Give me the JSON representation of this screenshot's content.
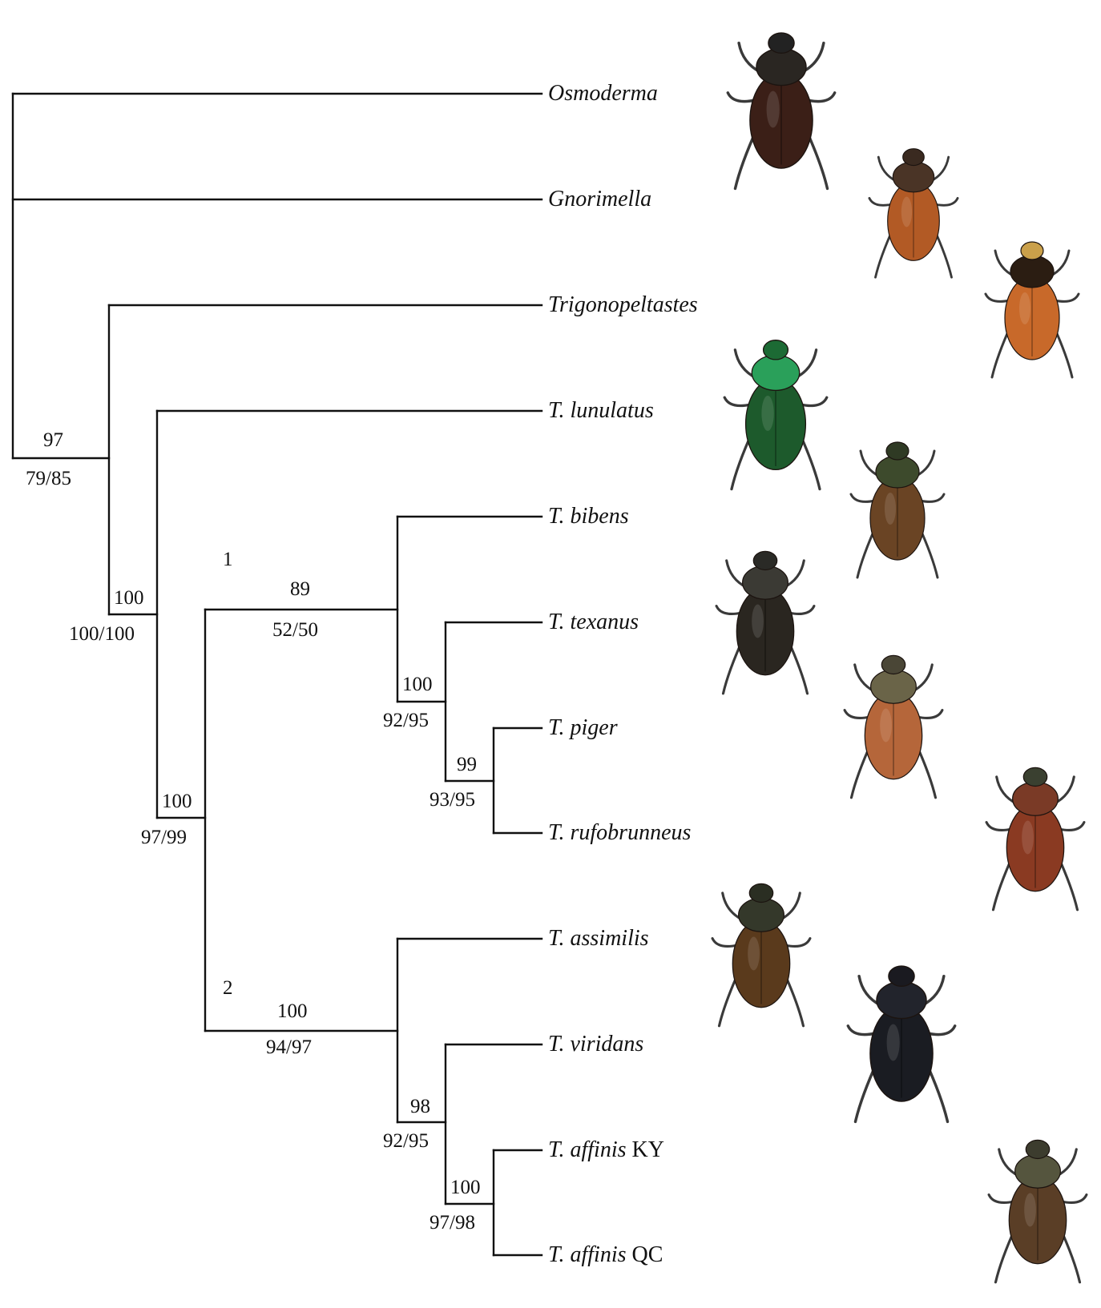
{
  "taxa": [
    {
      "genus": "Osmoderma",
      "suffix": ""
    },
    {
      "genus": "Gnorimella",
      "suffix": ""
    },
    {
      "genus": "Trigonopeltastes",
      "suffix": ""
    },
    {
      "genus": "T. lunulatus",
      "suffix": ""
    },
    {
      "genus": "T. bibens",
      "suffix": ""
    },
    {
      "genus": "T. texanus",
      "suffix": ""
    },
    {
      "genus": "T. piger",
      "suffix": ""
    },
    {
      "genus": "T. rufobrunneus",
      "suffix": ""
    },
    {
      "genus": "T. assimilis",
      "suffix": ""
    },
    {
      "genus": "T. viridans",
      "suffix": ""
    },
    {
      "genus": "T. affinis",
      "suffix": "KY"
    },
    {
      "genus": "T. affinis",
      "suffix": "QC"
    }
  ],
  "supports": {
    "n1_top": "97",
    "n1_bottom": "79/85",
    "n2_top": "100",
    "n2_bottom": "100/100",
    "n3_top": "100",
    "n3_bottom": "97/99",
    "clade1_label": "1",
    "clade1_top": "89",
    "clade1_bottom": "52/50",
    "n5_top": "100",
    "n5_bottom": "92/95",
    "n6_top": "99",
    "n6_bottom": "93/95",
    "clade2_label": "2",
    "clade2_top": "100",
    "clade2_bottom": "94/97",
    "n8_top": "98",
    "n8_bottom": "92/95",
    "n9_top": "100",
    "n9_bottom": "97/98"
  },
  "photos": [
    {
      "name": "Osmoderma",
      "body": "#3b1f17",
      "pronotum": "#2a2622",
      "head": "#222"
    },
    {
      "name": "Gnorimella",
      "body": "#b25a25",
      "pronotum": "#4a3426",
      "head": "#3a2a20"
    },
    {
      "name": "Trigonopeltastes",
      "body": "#c8692a",
      "pronotum": "#2b1d12",
      "head": "#caa04a"
    },
    {
      "name": "T. lunulatus",
      "body": "#1d5a2c",
      "pronotum": "#2aa05a",
      "head": "#1c6a34"
    },
    {
      "name": "T. bibens",
      "body": "#6a4424",
      "pronotum": "#3d4a2c",
      "head": "#2f3a24"
    },
    {
      "name": "T. texanus",
      "body": "#2a2620",
      "pronotum": "#3b3a34",
      "head": "#2a2a26"
    },
    {
      "name": "T. piger",
      "body": "#b5663a",
      "pronotum": "#6a6448",
      "head": "#4a4636"
    },
    {
      "name": "T. rufobrunneus",
      "body": "#8a3a22",
      "pronotum": "#7a3a26",
      "head": "#3a4030"
    },
    {
      "name": "T. assimilis",
      "body": "#5a3a1c",
      "pronotum": "#34382a",
      "head": "#2a2e22"
    },
    {
      "name": "T. viridans",
      "body": "#1a1c22",
      "pronotum": "#22242c",
      "head": "#1a1a20"
    },
    {
      "name": "T. affinis",
      "body": "#5a3e26",
      "pronotum": "#55553e",
      "head": "#3c3c2e"
    }
  ]
}
